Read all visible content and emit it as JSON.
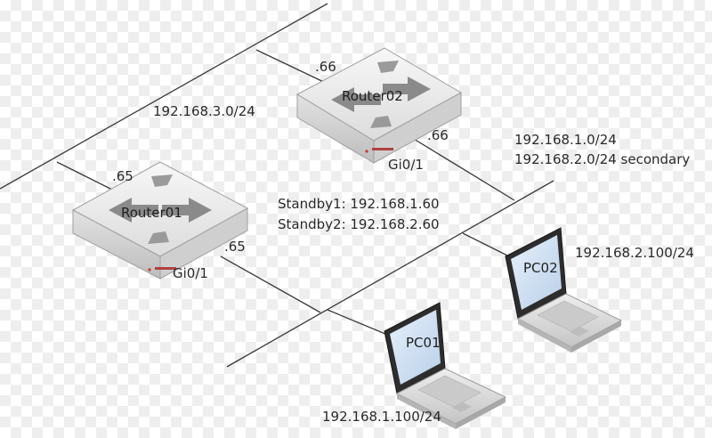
{
  "networks": {
    "net_3": "192.168.3.0/24",
    "net_1": "192.168.1.0/24",
    "net_2": "192.168.2.0/24 secondary"
  },
  "standby": {
    "line1": "Standby1: 192.168.1.60",
    "line2": "Standby2: 192.168.2.60"
  },
  "router01": {
    "name": "Router01",
    "upper_ip": ".65",
    "lower_ip": ".65",
    "interface": "Gi0/1"
  },
  "router02": {
    "name": "Router02",
    "upper_ip": ".66",
    "lower_ip": ".66",
    "interface": "Gi0/1"
  },
  "pc01": {
    "name": "PC01",
    "ip": "192.168.1.100/24"
  },
  "pc02": {
    "name": "PC02",
    "ip": "192.168.2.100/24"
  },
  "colors": {
    "line": "#3a3a3a",
    "router_top": "#ececec",
    "router_side": "#d4d4d4",
    "arrow": "#8a8a8a",
    "screen": "#cfe0f2",
    "laptop": "#d9d9d9"
  }
}
